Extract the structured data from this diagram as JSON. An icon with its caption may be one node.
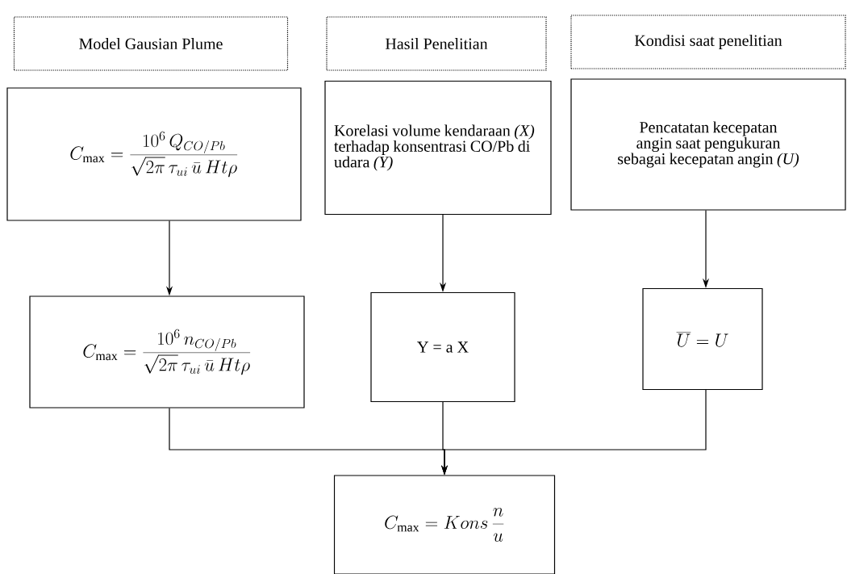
{
  "diagram": {
    "nodes": [
      {
        "text": [
          "Model Gausian Plume"
        ]
      },
      {
        "text": [
          "Hasil Penelitian"
        ]
      },
      {
        "text": [
          "Kondisi saat penelitian"
        ]
      },
      {
        "text": [
          "C_{\\max} = \\frac{10^{6}\\, Q_{CO/Pb}}{\\sqrt{2\\pi}\\,\\tau_{ui}\\,\\bar{u}\\, H t\\rho}"
        ]
      },
      {
        "text": [
          "Korelasi volume kendaraan *(X)* terhadap konsentrasi CO/Pb di udara *(Y)*"
        ]
      },
      {
        "text": [
          "Pencatatan kecepatan angin saat pengukuran sebagai kecepatan angin *(U)*"
        ]
      },
      {
        "text": [
          "C_{\\max} = \\frac{10^{6}\\, n_{CO/Pb}}{\\sqrt{2\\pi}\\,\\tau_{ui}\\,\\bar{u}\\, H t\\rho}"
        ]
      },
      {
        "text": [
          "Y = a X"
        ]
      },
      {
        "text": [
          "\\overline{U} = U"
        ]
      },
      {
        "text": [
          "C_{\\max} = Kons\\,\\frac{n}{u}"
        ]
      }
    ],
    "edges": [
      {
        "from": 3,
        "to": 6,
        "arrow": "to"
      },
      {
        "from": 4,
        "to": 7,
        "arrow": "to"
      },
      {
        "from": 5,
        "to": 8,
        "arrow": "to"
      },
      {
        "from": 6,
        "to": 9,
        "arrow": "to"
      },
      {
        "from": 7,
        "to": 9,
        "arrow": "to"
      },
      {
        "from": 8,
        "to": 9,
        "arrow": "to"
      }
    ]
  }
}
